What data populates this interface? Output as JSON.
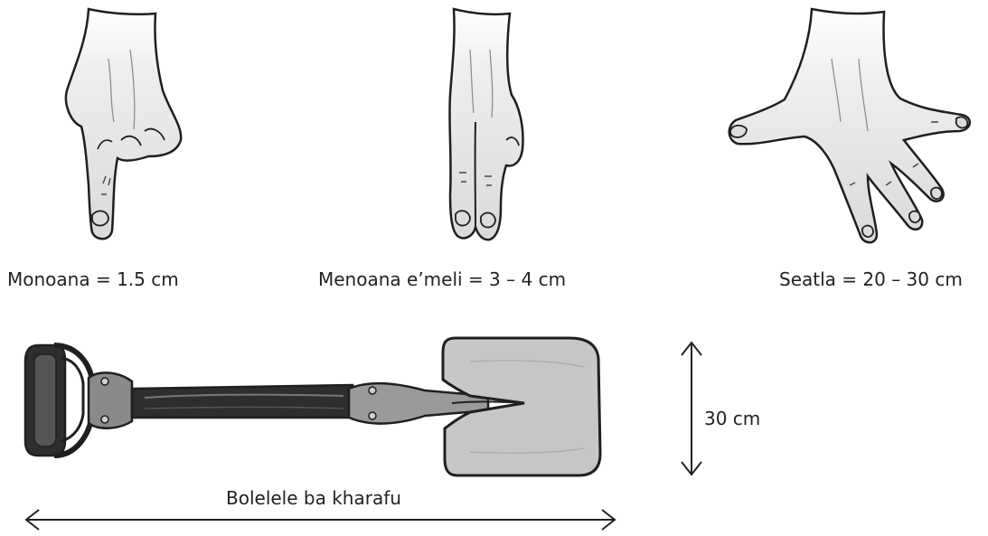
{
  "captions": {
    "one_finger": "Monoana = 1.5 cm",
    "two_fingers": "Menoana e’meli = 3 – 4 cm",
    "hand_span": "Seatla = 20 – 30 cm",
    "spade_height": "30 cm",
    "spade_length": "Bolelele ba kharafu"
  },
  "colors": {
    "skin_light": "#f2f2f2",
    "skin_shadow": "#d9d9d9",
    "outline": "#1f1f1f",
    "blade": "#c7c7c7",
    "handle": "#2e2e2e"
  }
}
